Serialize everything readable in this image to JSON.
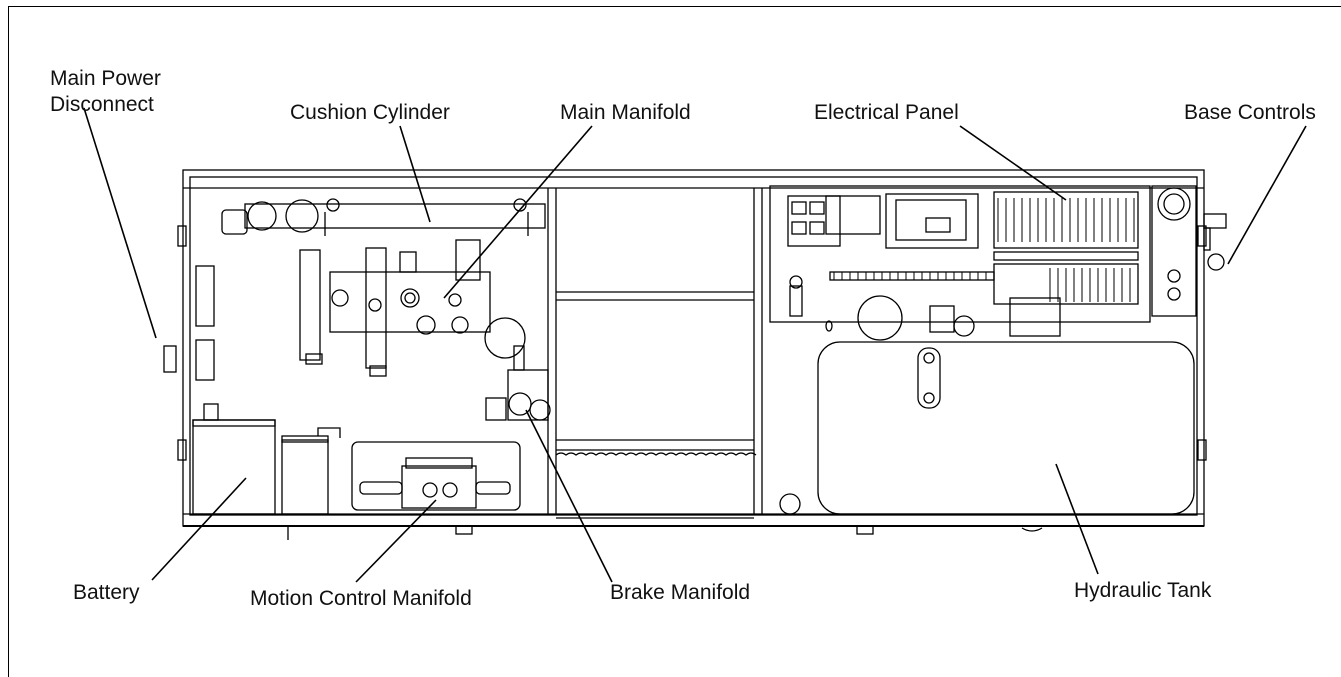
{
  "labels": {
    "main_power_disconnect": [
      "Main Power",
      "Disconnect"
    ],
    "cushion_cylinder": "Cushion Cylinder",
    "main_manifold": "Main Manifold",
    "electrical_panel": "Electrical Panel",
    "base_controls": "Base Controls",
    "battery": "Battery",
    "motion_control_manifold": "Motion Control Manifold",
    "brake_manifold": "Brake Manifold",
    "hydraulic_tank": "Hydraulic Tank"
  }
}
